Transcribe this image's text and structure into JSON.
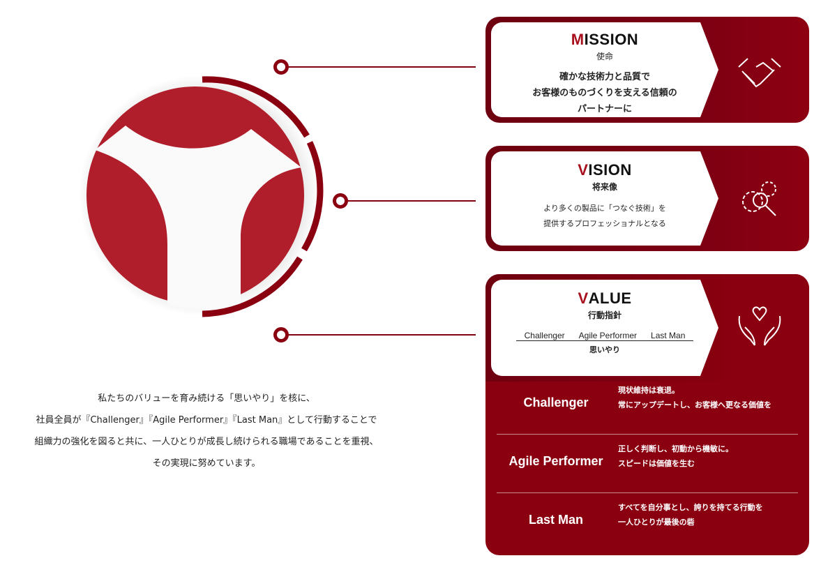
{
  "mission": {
    "initial": "M",
    "rest": "ISSION",
    "subtitle": "使命",
    "lines": [
      "確かな技術力と品質で",
      "お客様のものづくりを支える信頼の",
      "パートナーに"
    ]
  },
  "vision": {
    "initial": "V",
    "rest": "ISION",
    "subtitle": "将来像",
    "lines": [
      "より多くの製品に「つなぐ技術」を",
      "提供するプロフェッショナルとなる"
    ]
  },
  "value": {
    "initial": "V",
    "rest": "ALUE",
    "subtitle": "行動指針",
    "keywords": [
      "Challenger",
      "Agile Performer",
      "Last Man"
    ],
    "core": "思いやり",
    "items": [
      {
        "name": "Challenger",
        "lines": [
          "現状維持は衰退。",
          "常にアップデートし、お客様へ更なる価値を"
        ]
      },
      {
        "name": "Agile Performer",
        "lines": [
          "正しく判断し、初動から機敏に。",
          "スピードは価値を生む"
        ]
      },
      {
        "name": "Last Man",
        "lines": [
          "すべてを自分事とし、誇りを持てる行動を",
          "一人ひとりが最後の砦"
        ]
      }
    ]
  },
  "description": [
    "私たちのバリューを育み続ける「思いやり」を核に、",
    "社員全員が『Challenger』『Agile Performer』『Last Man』として行動することで",
    "組織力の強化を図ると共に、一人ひとりが成長し続けられる職場であることを重視、",
    "その実現に努めています。"
  ],
  "colors": {
    "brand": "#8b0010",
    "accent": "#a8101e",
    "logo": "#b01e2b"
  }
}
